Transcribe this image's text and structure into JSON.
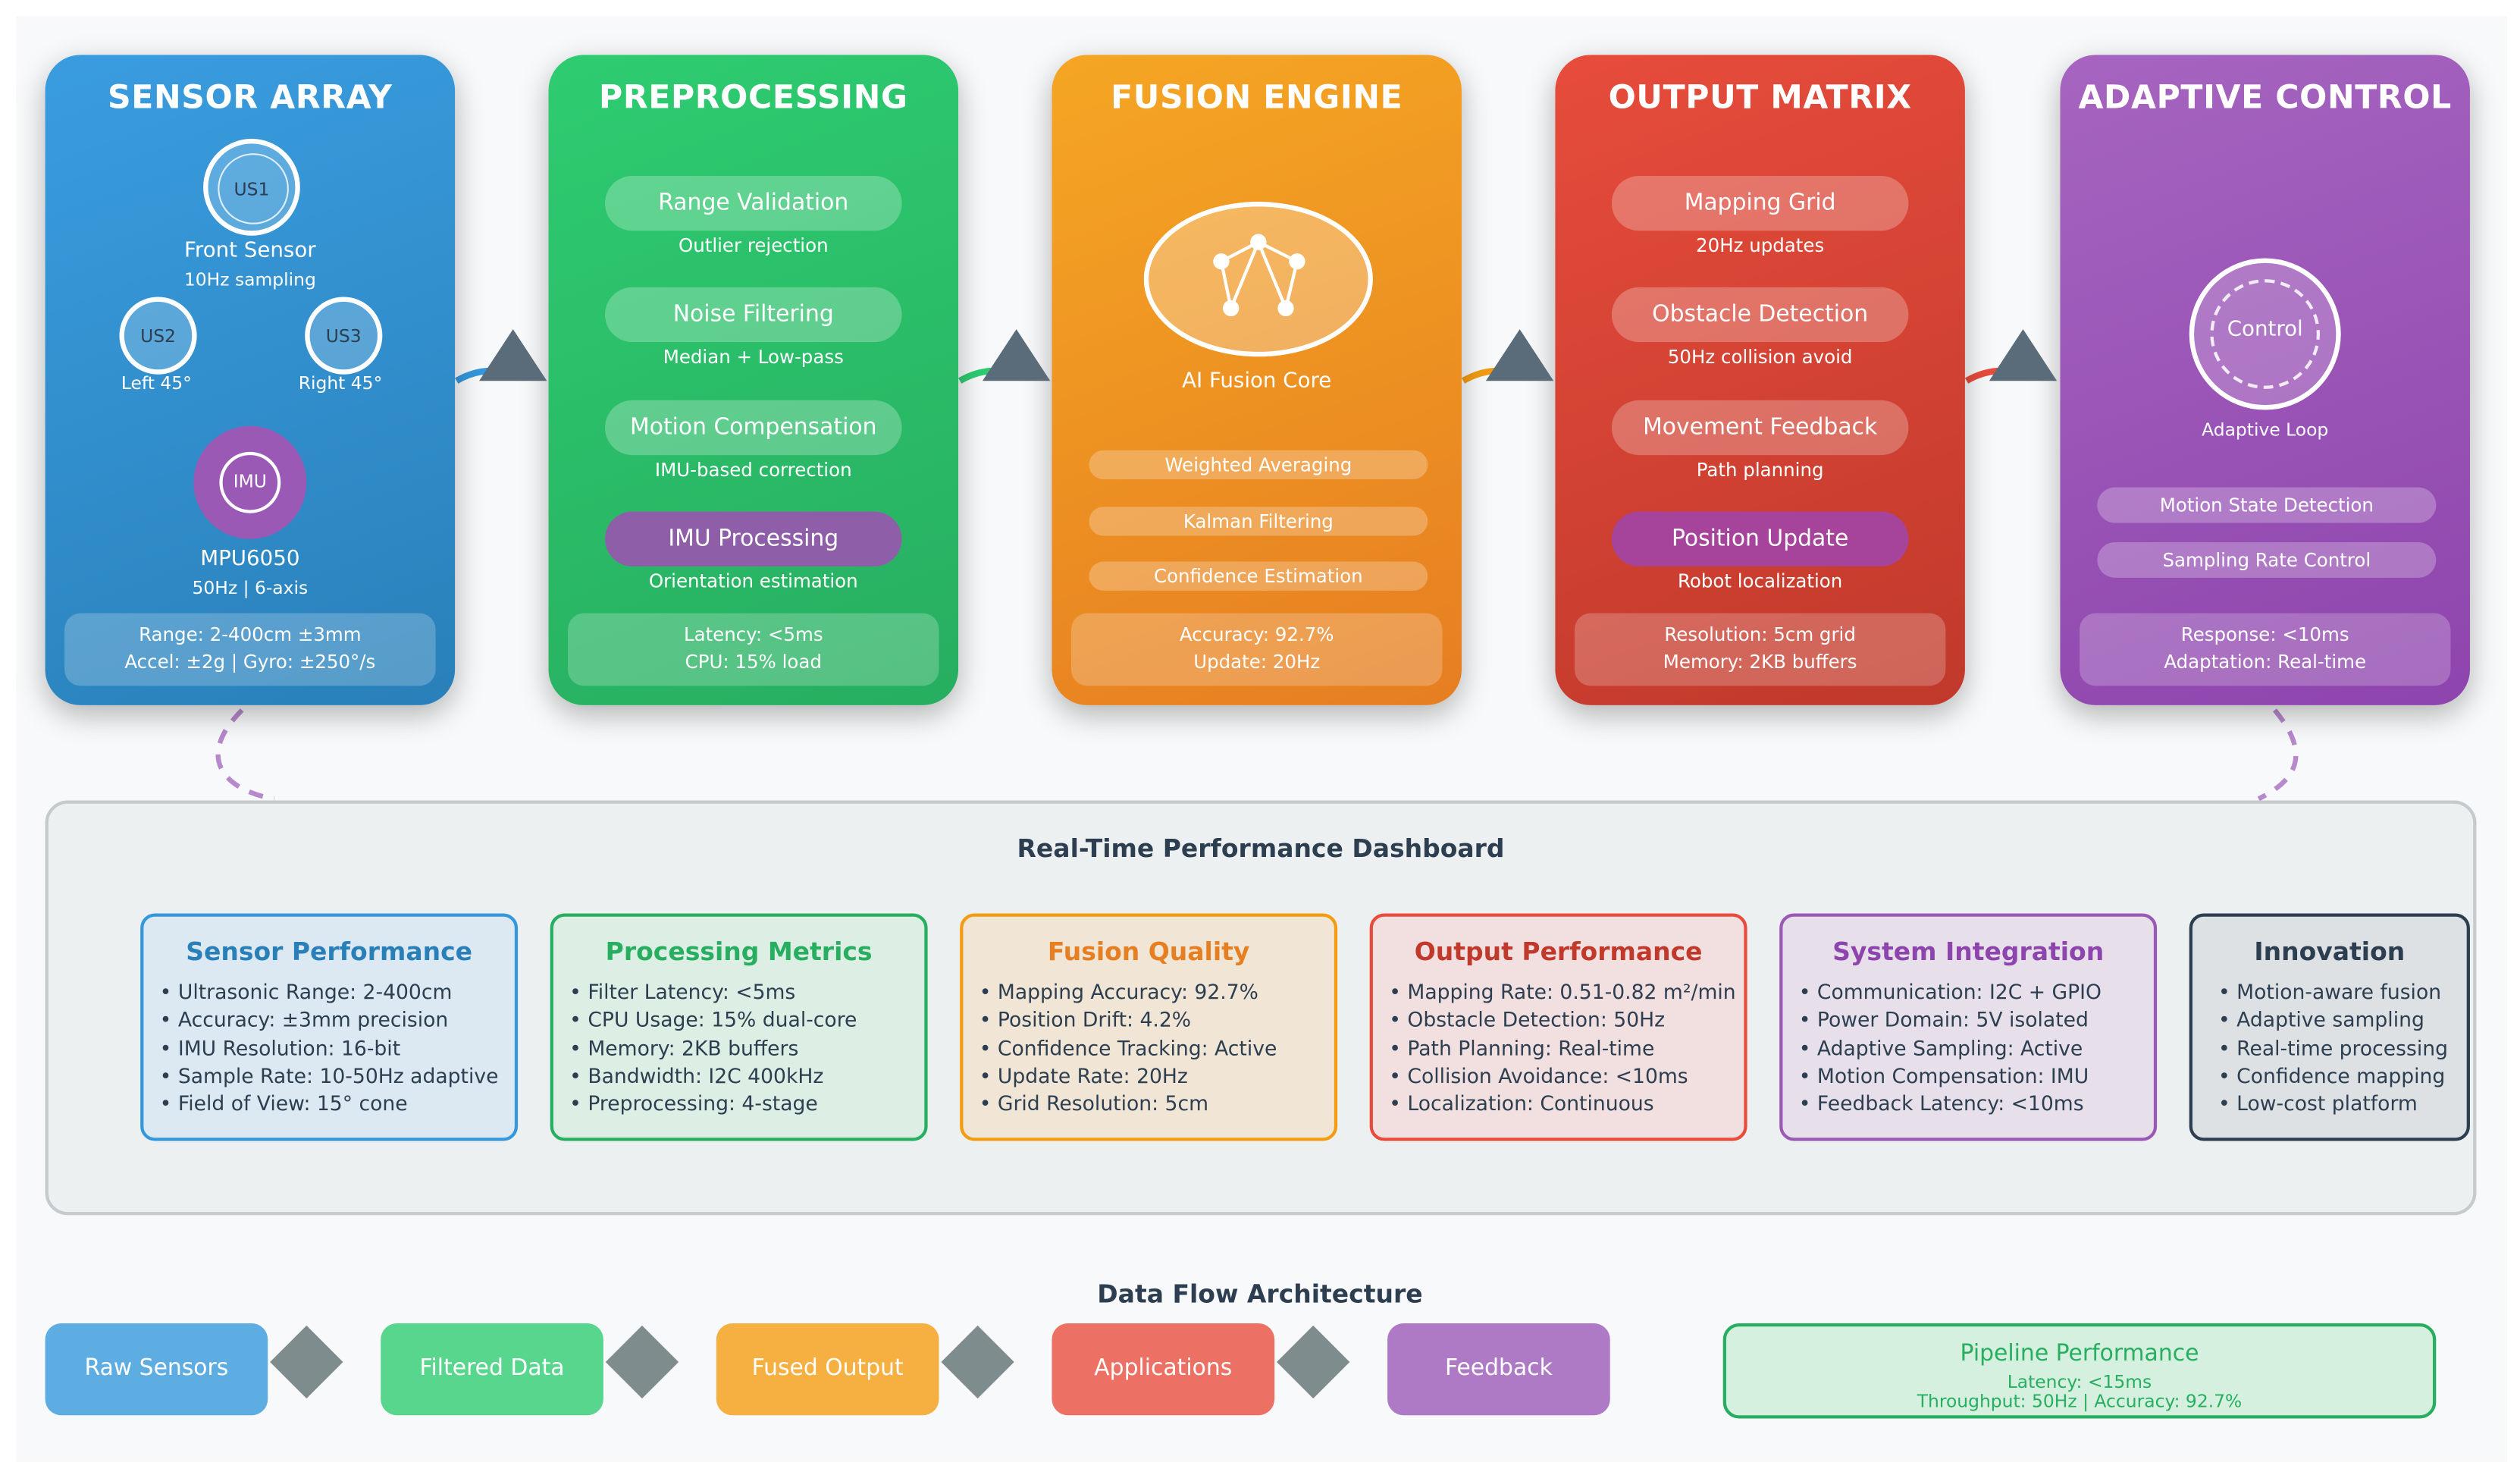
{
  "stages": {
    "sensor": {
      "title": "SENSOR ARRAY",
      "us1": "US1",
      "us1_name": "Front Sensor",
      "us1_rate": "10Hz sampling",
      "us2": "US2",
      "us2_name": "Left 45°",
      "us3": "US3",
      "us3_name": "Right 45°",
      "imu": "IMU",
      "imu_name": "MPU6050",
      "imu_rate": "50Hz | 6-axis",
      "footer1": "Range: 2-400cm ±3mm",
      "footer2": "Accel: ±2g | Gyro: ±250°/s"
    },
    "pre": {
      "title": "PREPROCESSING",
      "items": [
        {
          "label": "Range Validation",
          "sub": "Outlier rejection"
        },
        {
          "label": "Noise Filtering",
          "sub": "Median + Low-pass"
        },
        {
          "label": "Motion Compensation",
          "sub": "IMU-based correction"
        },
        {
          "label": "IMU Processing",
          "sub": "Orientation estimation"
        }
      ],
      "footer1": "Latency: <5ms",
      "footer2": "CPU: 15% load"
    },
    "fusion": {
      "title": "FUSION ENGINE",
      "core": "AI Fusion Core",
      "bars": [
        "Weighted Averaging",
        "Kalman Filtering",
        "Confidence Estimation"
      ],
      "footer1": "Accuracy: 92.7%",
      "footer2": "Update: 20Hz"
    },
    "output": {
      "title": "OUTPUT MATRIX",
      "items": [
        {
          "label": "Mapping Grid",
          "sub": "20Hz updates"
        },
        {
          "label": "Obstacle Detection",
          "sub": "50Hz collision avoid"
        },
        {
          "label": "Movement Feedback",
          "sub": "Path planning"
        },
        {
          "label": "Position Update",
          "sub": "Robot localization"
        }
      ],
      "footer1": "Resolution: 5cm grid",
      "footer2": "Memory: 2KB buffers"
    },
    "adaptive": {
      "title": "ADAPTIVE CONTROL",
      "control": "Control",
      "loop": "Adaptive Loop",
      "bars": [
        "Motion State Detection",
        "Sampling Rate Control"
      ],
      "footer1": "Response: <10ms",
      "footer2": "Adaptation: Real-time"
    }
  },
  "dashboard": {
    "title": "Real-Time Performance Dashboard",
    "cards": [
      {
        "title": "Sensor Performance",
        "items": [
          "Ultrasonic Range: 2-400cm",
          "Accuracy: ±3mm precision",
          "IMU Resolution: 16-bit",
          "Sample Rate: 10-50Hz adaptive",
          "Field of View: 15° cone"
        ]
      },
      {
        "title": "Processing Metrics",
        "items": [
          "Filter Latency: <5ms",
          "CPU Usage: 15% dual-core",
          "Memory: 2KB buffers",
          "Bandwidth: I2C 400kHz",
          "Preprocessing: 4-stage"
        ]
      },
      {
        "title": "Fusion Quality",
        "items": [
          "Mapping Accuracy: 92.7%",
          "Position Drift: 4.2%",
          "Confidence Tracking: Active",
          "Update Rate: 20Hz",
          "Grid Resolution: 5cm"
        ]
      },
      {
        "title": "Output Performance",
        "items": [
          "Mapping Rate: 0.51-0.82 m²/min",
          "Obstacle Detection: 50Hz",
          "Path Planning: Real-time",
          "Collision Avoidance: <10ms",
          "Localization: Continuous"
        ]
      },
      {
        "title": "System Integration",
        "items": [
          "Communication: I2C + GPIO",
          "Power Domain: 5V isolated",
          "Adaptive Sampling: Active",
          "Motion Compensation: IMU",
          "Feedback Latency: <10ms"
        ]
      },
      {
        "title": "Innovation",
        "items": [
          "Motion-aware fusion",
          "Adaptive sampling",
          "Real-time processing",
          "Confidence mapping",
          "Low-cost platform"
        ]
      }
    ]
  },
  "flow": {
    "title": "Data Flow Architecture",
    "boxes": [
      "Raw Sensors",
      "Filtered Data",
      "Fused Output",
      "Applications",
      "Feedback"
    ],
    "pipeline": {
      "title": "Pipeline Performance",
      "line1": "Latency: <15ms",
      "line2": "Throughput: 50Hz | Accuracy: 92.7%"
    }
  },
  "colors": {
    "blue": "#3498db",
    "green": "#2ecc71",
    "orange": "#f39c12",
    "red": "#e74c3c",
    "purple": "#9b59b6",
    "dark": "#2c3e50"
  }
}
